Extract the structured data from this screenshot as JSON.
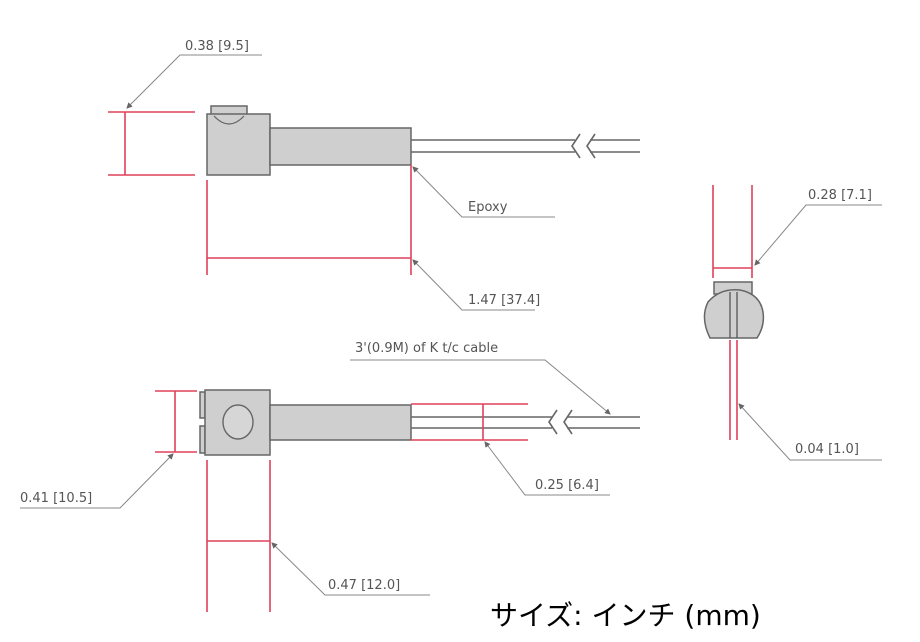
{
  "drawing": {
    "top_view": {
      "height_label": "0.38 [9.5]",
      "epoxy_label": "Epoxy",
      "length_label": "1.47 [37.4]"
    },
    "front_view": {
      "cable_label": "3'(0.9M) of K t/c cable",
      "height_label": "0.41 [10.5]",
      "cable_spacing_label": "0.25 [6.4]",
      "head_width_label": "0.47 [12.0]"
    },
    "side_view": {
      "width_label": "0.28 [7.1]",
      "wire_label": "0.04 [1.0]"
    },
    "units_note": "サイズ: インチ (mm)",
    "colors": {
      "dimension": "#e0405a",
      "body": "#cfcfcf",
      "outline": "#666666"
    }
  }
}
